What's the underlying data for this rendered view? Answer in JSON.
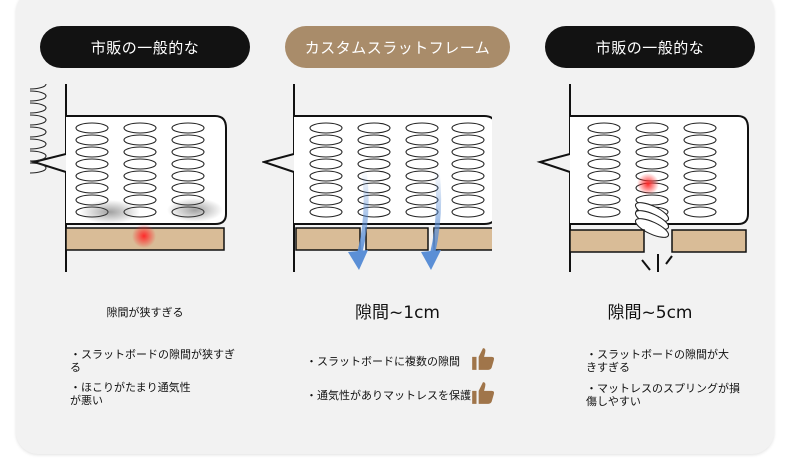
{
  "columns": [
    {
      "label": "市販の一般的な",
      "heading": "隙間が狭すぎる",
      "notes": [
        "・スラットボードの隙間が狭すぎる",
        "・ほこりがたまり通気性が悪い"
      ]
    },
    {
      "label": "カスタムスラットフレーム",
      "heading": "隙間~1cm",
      "notes": [
        "・スラットボードに複数の隙間",
        "・通気性がありマットレスを保護"
      ]
    },
    {
      "label": "市販の一般的な",
      "heading": "隙間~5cm",
      "notes": [
        "・スラットボードの隙間が大きすぎる",
        "・マットレスのスプリングが損傷しやすい"
      ]
    }
  ],
  "colors": {
    "dark_pill": "#121212",
    "brown_pill": "#a98c6a",
    "slat": "#d9bc97",
    "arrow": "#5b8fd6",
    "hotspot": "#ff2a2a",
    "thumb": "#a0754a"
  },
  "icons": [
    "thumbs-up-icon",
    "down-arrow-icon",
    "hotspot-icon"
  ]
}
